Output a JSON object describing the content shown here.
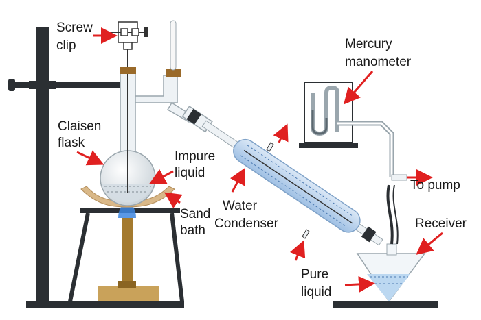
{
  "labels": {
    "screw_clip": [
      "Screw",
      "clip"
    ],
    "claisen_flask": [
      "Claisen",
      "flask"
    ],
    "impure_liquid": [
      "Impure",
      "liquid"
    ],
    "sand_bath": [
      "Sand",
      "bath"
    ],
    "water_condenser": [
      "Water",
      "Condenser"
    ],
    "mercury_manometer": [
      "Mercury",
      "manometer"
    ],
    "to_pump": "To pump",
    "receiver": "Receiver",
    "pure_liquid": [
      "Pure",
      "liquid"
    ]
  },
  "colors": {
    "stand": "#2b2f33",
    "glass": "#bfc9cf",
    "liquid": "#6fa6d8",
    "sand": "#d9b888",
    "burner": "#a47a2e",
    "flame": "#3d86e0",
    "arrow": "#e02020",
    "stopper": "#9a6a2a"
  }
}
